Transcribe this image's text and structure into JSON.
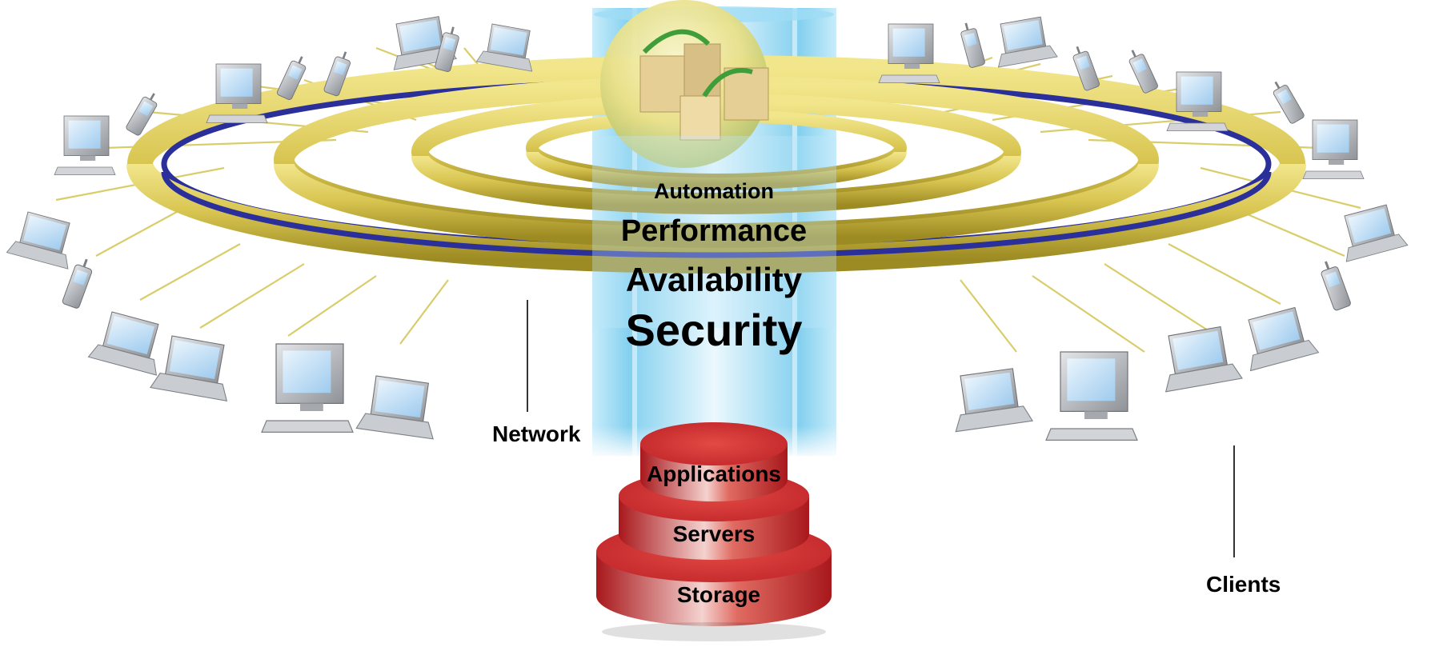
{
  "diagram": {
    "pillar_labels": {
      "automation": "Automation",
      "performance": "Performance",
      "availability": "Availability",
      "security": "Security"
    },
    "stack_labels": {
      "applications": "Applications",
      "servers": "Servers",
      "storage": "Storage"
    },
    "callouts": {
      "network": "Network",
      "clients": "Clients"
    },
    "colors": {
      "ring_gold": "#d9c95a",
      "ring_dark": "#8f7f1c",
      "network_blue": "#2b2f9a",
      "pillar_blue": "#8fd6f2",
      "stack_red": "#c9282c",
      "device_gray": "#b9bcc0",
      "screen_blue": "#cfe6f7"
    },
    "icons": [
      "laptop-icon",
      "desktop-computer-icon",
      "mobile-phone-icon",
      "server-box-sphere-icon"
    ]
  }
}
